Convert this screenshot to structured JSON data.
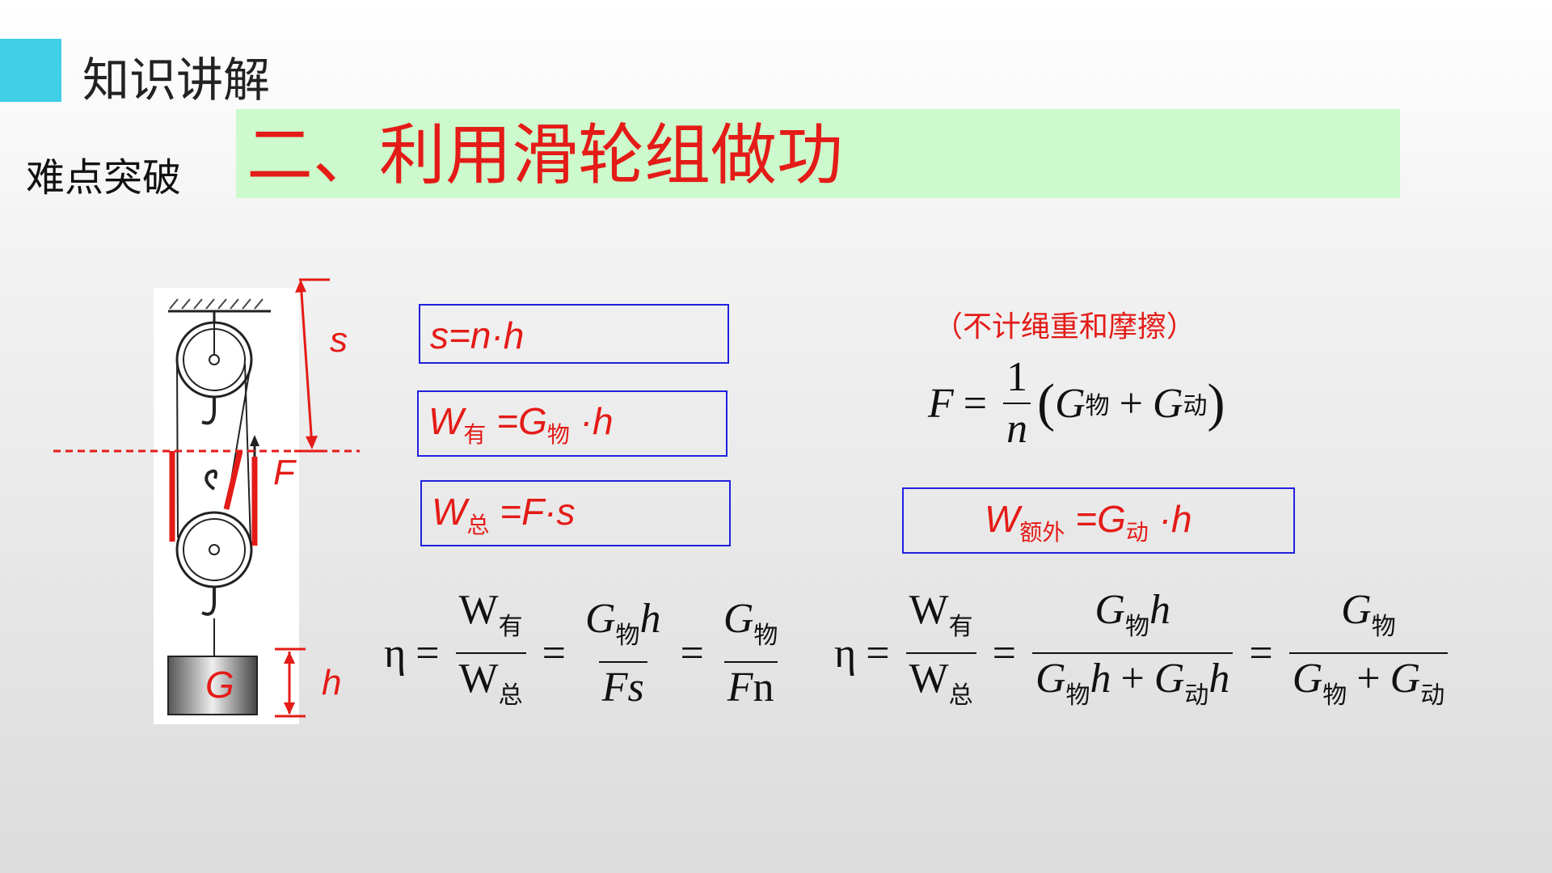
{
  "header": {
    "title": "知识讲解"
  },
  "section": {
    "label": "难点突破"
  },
  "banner": {
    "title": "二、利用滑轮组做功"
  },
  "diagram": {
    "label_s": "s",
    "label_F": "F",
    "label_G": "G",
    "label_h": "h"
  },
  "formulas": {
    "distance": "s=n·h",
    "useful_W": "W",
    "useful_sub": "有",
    "useful_mid": " =G",
    "useful_sub2": "物",
    "useful_end": " ·h",
    "total_W": "W",
    "total_sub": "总",
    "total_end": " =F·s",
    "note": "（不计绳重和摩擦）",
    "extra_W": "W",
    "extra_sub": "额外",
    "extra_mid": " =G",
    "extra_sub2": "动",
    "extra_end": " ·h"
  },
  "symbols": {
    "F": "F",
    "eq": "=",
    "one": "1",
    "n": "n",
    "G": "G",
    "plus": "+",
    "sub_wu": "物",
    "sub_dong": "动",
    "lp": "(",
    "rp": ")",
    "eta": "η",
    "W": "W",
    "sub_you": "有",
    "sub_zong": "总",
    "h": "h",
    "Fs": "Fs",
    "Fn_F": "F",
    "Fn_n": "n"
  },
  "colors": {
    "accent": "#3fcfe6",
    "banner_bg": "#ccfacc",
    "red": "#e41b17",
    "box_border": "#2020e0"
  }
}
